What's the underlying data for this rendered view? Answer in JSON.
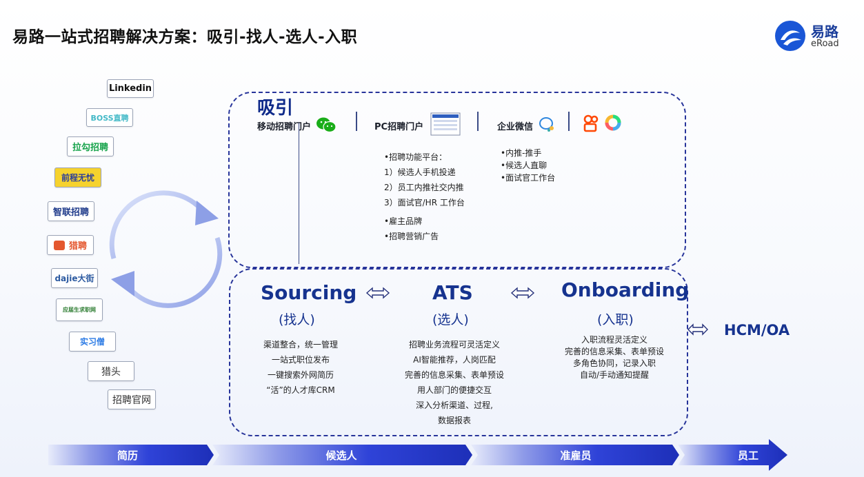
{
  "header": {
    "title": "易路一站式招聘解决方案：吸引-找人-选人-入职",
    "logo_cn": "易路",
    "logo_en": "eRoad"
  },
  "sources": [
    "Linkedin",
    "BOSS直聘",
    "拉勾招聘",
    "前程无忧",
    "智联招聘",
    "猎聘",
    "dajie大街",
    "应届生求职网",
    "实习僧",
    "猎头",
    "招聘官网"
  ],
  "attract": {
    "title": "吸引",
    "channels": [
      {
        "label": "移动招聘门户",
        "icon": "wechat-icon"
      },
      {
        "label": "PC招聘门户",
        "icon": "pc-portal-icon"
      },
      {
        "label": "企业微信",
        "icon": "wecom-icon"
      }
    ],
    "pc_list": [
      "•招聘功能平台：",
      "1）候选人手机投递",
      "2）员工内推社交内推",
      "3）面试官/HR 工作台",
      "•雇主品牌",
      "•招聘营销广告"
    ],
    "wecom_list": [
      "•内推-推手",
      "•候选人直聊",
      "•面试官工作台"
    ]
  },
  "stages": [
    {
      "title": "Sourcing",
      "subtitle": "(找人)",
      "lines": [
        "渠道整合，统一管理",
        "一站式职位发布",
        "一键搜索外网简历",
        "“活”的人才库CRM"
      ]
    },
    {
      "title": "ATS",
      "subtitle": "(选人)",
      "lines": [
        "招聘业务流程可灵活定义",
        "AI智能推荐，人岗匹配",
        "完善的信息采集、表单预设",
        "用人部门的便捷交互",
        "深入分析渠道、过程,",
        "数据报表"
      ]
    },
    {
      "title": "Onboarding",
      "subtitle": "(入职)",
      "lines": [
        "入职流程灵活定义",
        "完善的信息采集、表单预设",
        "多角色协同，记录入职",
        "自动/手动通知提醒"
      ]
    }
  ],
  "hcm": "HCM/OA",
  "flow": [
    "简历",
    "候选人",
    "准雇员",
    "员工"
  ]
}
